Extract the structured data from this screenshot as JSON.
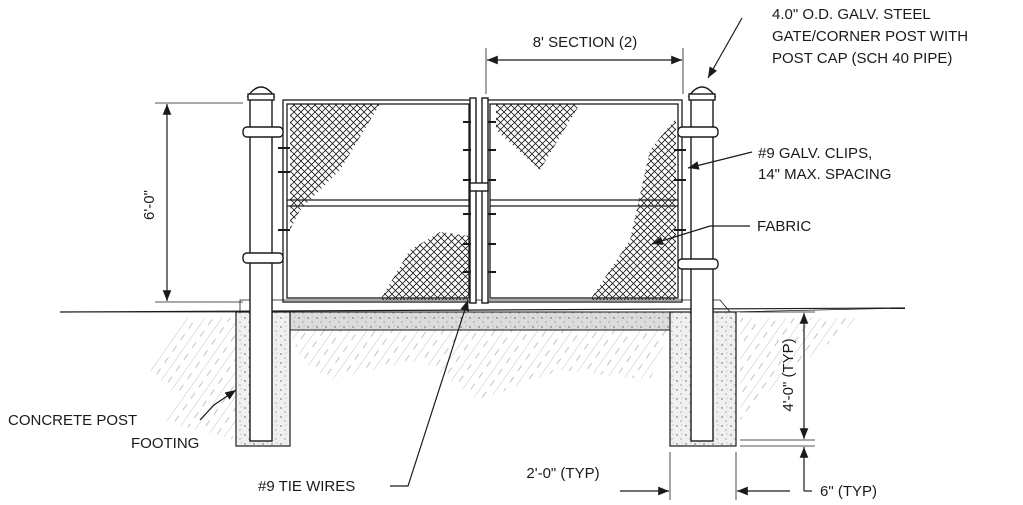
{
  "labels": {
    "section": "8' SECTION (2)",
    "post_line1": "4.0\" O.D. GALV. STEEL",
    "post_line2": "GATE/CORNER POST WITH",
    "post_line3": "POST CAP (SCH 40 PIPE)",
    "clips_line1": "#9 GALV. CLIPS,",
    "clips_line2": "14\" MAX. SPACING",
    "fabric": "FABRIC",
    "height": "6'-0\"",
    "depth": "4'-0\" (TYP)",
    "footing_line1": "CONCRETE POST",
    "footing_line2": "FOOTING",
    "tie_wires": "#9 TIE WIRES",
    "footing_width": "2'-0\" (TYP)",
    "footing_bottom": "6\" (TYP)"
  },
  "colors": {
    "ink": "#1a1a1a",
    "hatch": "#b5b5b5",
    "concrete": "#f0f0f0",
    "gravel": "#dcdcdc"
  }
}
